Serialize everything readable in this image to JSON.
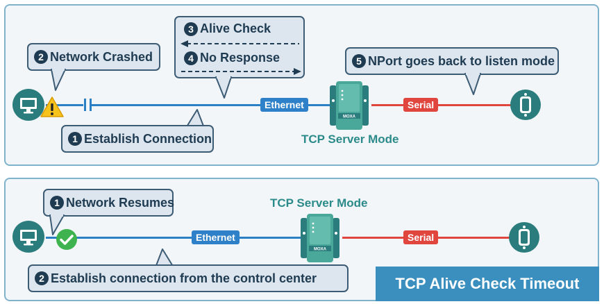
{
  "top": {
    "bubbles": {
      "network_crashed": {
        "num": "2",
        "text": "Network Crashed"
      },
      "alive_check": {
        "num": "3",
        "text": "Alive Check"
      },
      "no_response": {
        "num": "4",
        "text": "No Response"
      },
      "listen_mode": {
        "num": "5",
        "text": "NPort goes back to listen mode"
      },
      "establish": {
        "num": "1",
        "text": "Establish Connection"
      }
    },
    "ethernet_label": "Ethernet",
    "serial_label": "Serial",
    "mode_label": "TCP Server Mode"
  },
  "bottom": {
    "bubbles": {
      "network_resumes": {
        "num": "1",
        "text": "Network Resumes"
      },
      "establish_cc": {
        "num": "2",
        "text": "Establish connection from the control center"
      }
    },
    "ethernet_label": "Ethernet",
    "serial_label": "Serial",
    "mode_label": "TCP Server Mode"
  },
  "title": "TCP Alive Check Timeout",
  "device_brand": "MOXA",
  "colors": {
    "ethernet": "#2b7fc4",
    "serial": "#e0453e",
    "accent": "#3a8fbe",
    "device": "#2b7d7d"
  },
  "icons": [
    "computer-icon",
    "warning-icon",
    "check-icon",
    "nport-device-icon",
    "serial-device-icon"
  ]
}
